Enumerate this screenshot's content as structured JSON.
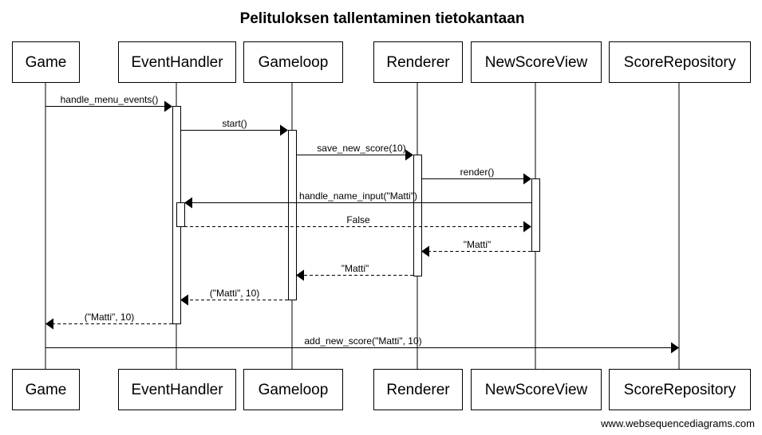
{
  "title": "Pelituloksen tallentaminen tietokantaan",
  "participants": [
    {
      "id": "game",
      "name": "Game"
    },
    {
      "id": "eventhandler",
      "name": "EventHandler"
    },
    {
      "id": "gameloop",
      "name": "Gameloop"
    },
    {
      "id": "renderer",
      "name": "Renderer"
    },
    {
      "id": "newscoreview",
      "name": "NewScoreView"
    },
    {
      "id": "scorerepository",
      "name": "ScoreRepository"
    }
  ],
  "messages": [
    {
      "from": "game",
      "to": "eventhandler",
      "label": "handle_menu_events()",
      "style": "call"
    },
    {
      "from": "eventhandler",
      "to": "gameloop",
      "label": "start()",
      "style": "call"
    },
    {
      "from": "gameloop",
      "to": "renderer",
      "label": "save_new_score(10)",
      "style": "call"
    },
    {
      "from": "renderer",
      "to": "newscoreview",
      "label": "render()",
      "style": "call"
    },
    {
      "from": "newscoreview",
      "to": "eventhandler",
      "label": "handle_name_input(\"Matti\")",
      "style": "call"
    },
    {
      "from": "eventhandler",
      "to": "newscoreview",
      "label": "False",
      "style": "return"
    },
    {
      "from": "newscoreview",
      "to": "renderer",
      "label": "\"Matti\"",
      "style": "return"
    },
    {
      "from": "renderer",
      "to": "gameloop",
      "label": "\"Matti\"",
      "style": "return"
    },
    {
      "from": "gameloop",
      "to": "eventhandler",
      "label": "(\"Matti\", 10)",
      "style": "return"
    },
    {
      "from": "eventhandler",
      "to": "game",
      "label": "(\"Matti\", 10)",
      "style": "return"
    },
    {
      "from": "game",
      "to": "scorerepository",
      "label": "add_new_score(\"Matti\", 10)",
      "style": "call"
    }
  ],
  "watermark": "www.websequencediagrams.com"
}
